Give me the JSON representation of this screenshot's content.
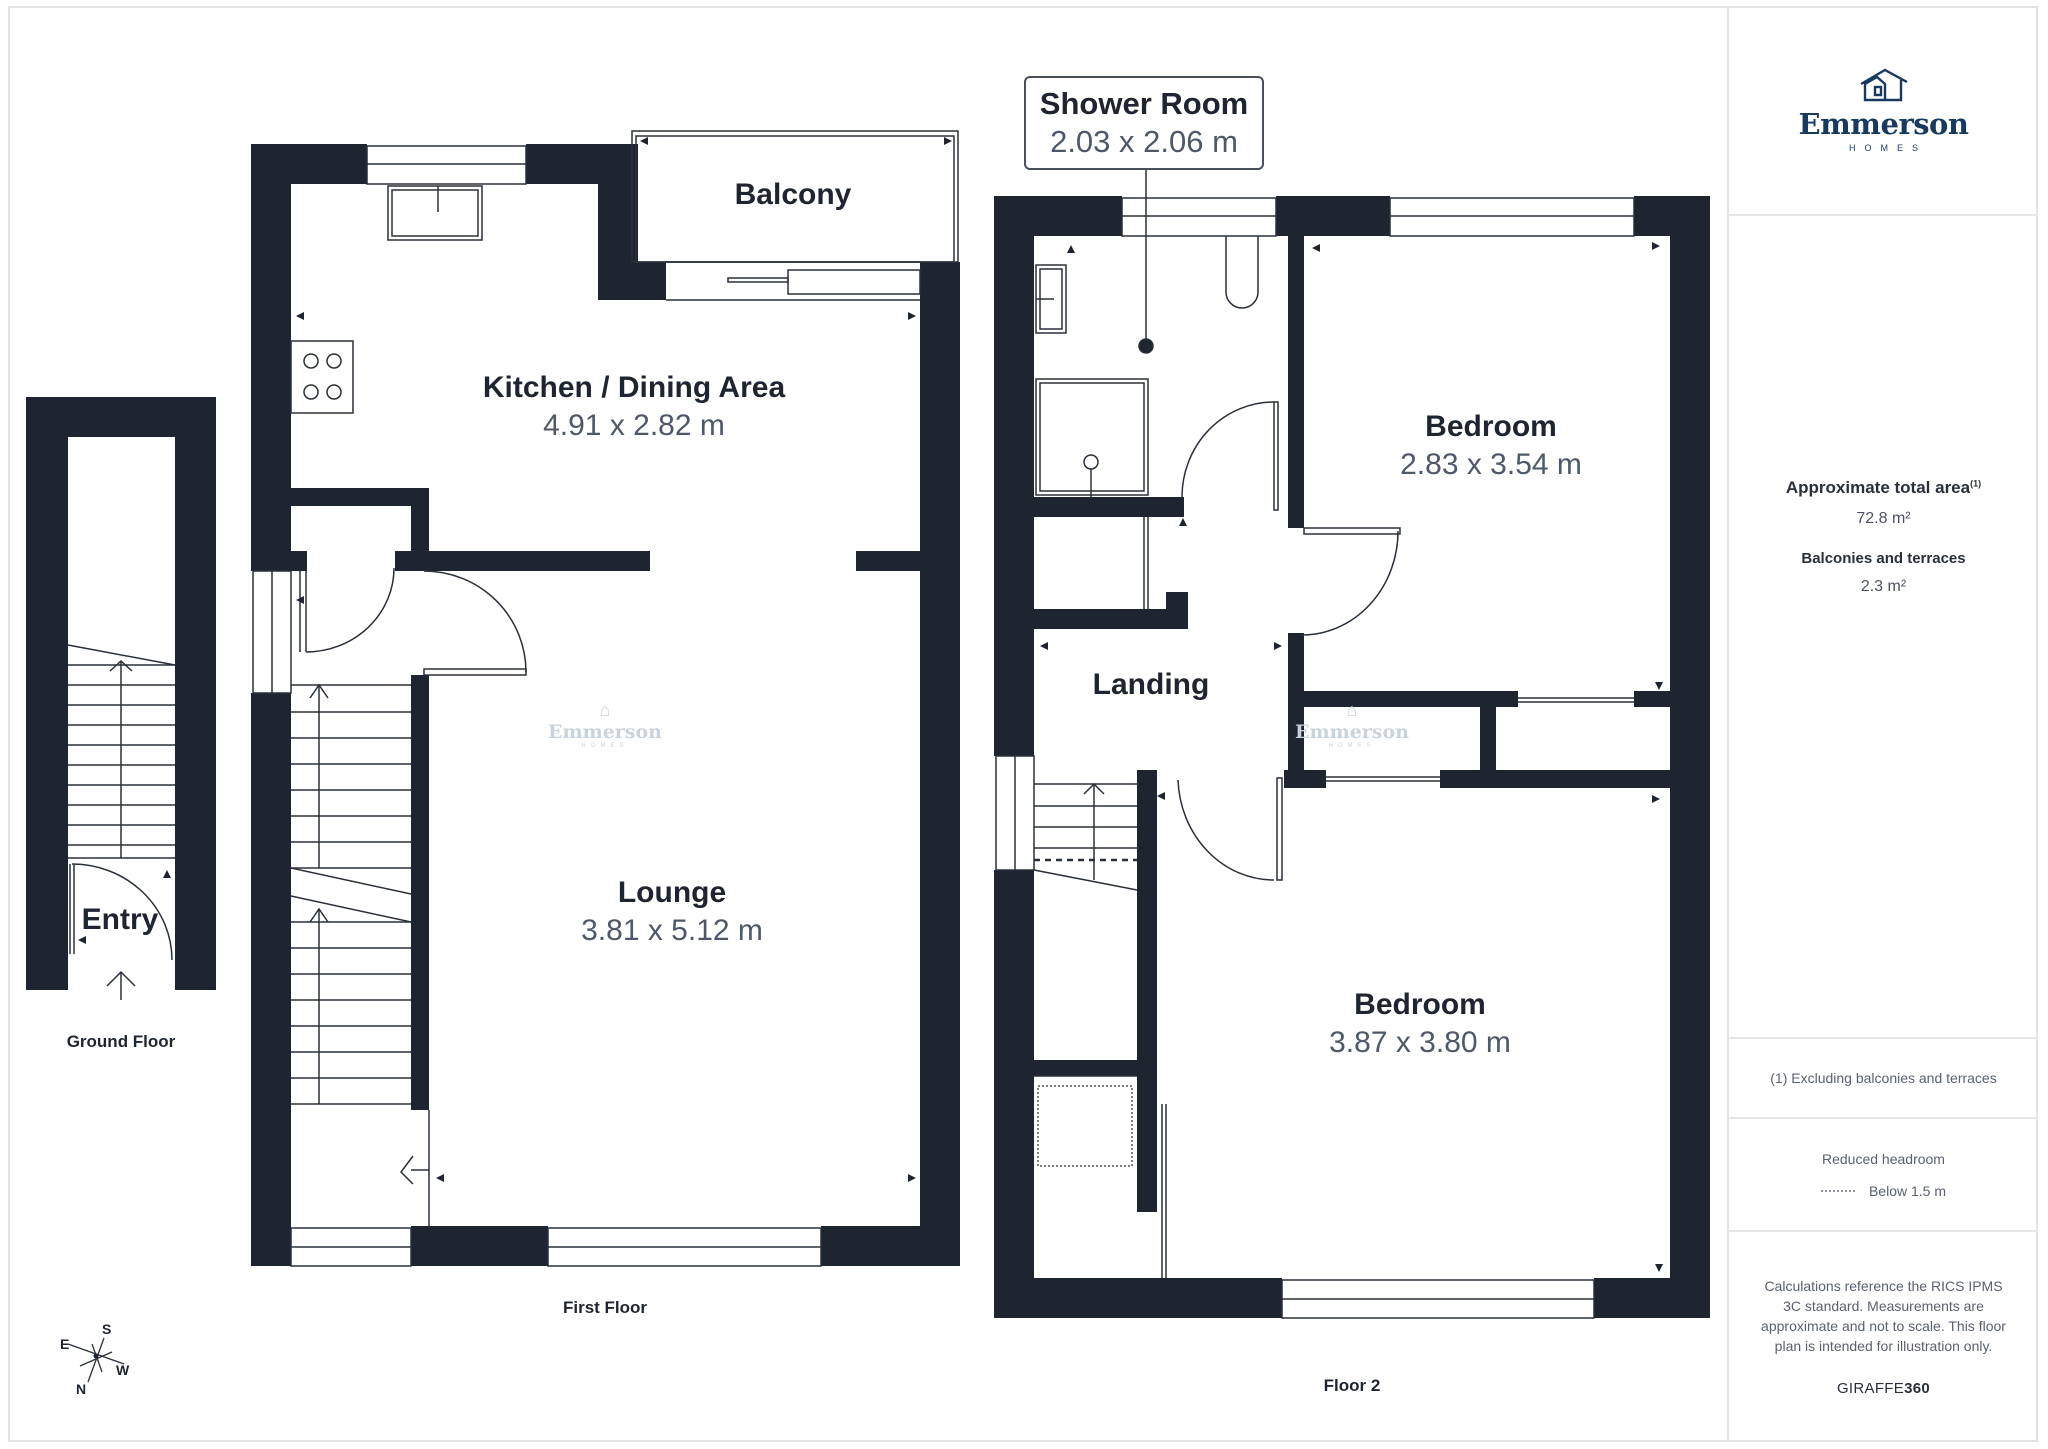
{
  "brand": {
    "logo_name": "Emmerson",
    "logo_sub": "HOMES",
    "icon": "house-logo-icon",
    "color": "#173a5e"
  },
  "summary": {
    "total_area_label": "Approximate total area",
    "total_area_footnote": "(1)",
    "total_area_value": "72.8 m²",
    "balconies_label": "Balconies and terraces",
    "balconies_value": "2.3 m²"
  },
  "notes": {
    "footnote": "(1) Excluding balconies and terraces",
    "legend_title": "Reduced headroom",
    "legend_item": "Below 1.5 m",
    "disclaimer": "Calculations reference the RICS IPMS 3C standard. Measurements are approximate and not to scale. This floor plan is intended for illustration only.",
    "provider_prefix": "GIRAFFE",
    "provider_suffix": "360"
  },
  "floors": [
    {
      "name": "Ground Floor",
      "rooms": [
        {
          "name": "Entry",
          "dimensions": ""
        }
      ]
    },
    {
      "name": "First Floor",
      "rooms": [
        {
          "name": "Balcony",
          "dimensions": ""
        },
        {
          "name": "Kitchen /  Dining Area",
          "dimensions": "4.91 x 2.82 m"
        },
        {
          "name": "Lounge",
          "dimensions": "3.81 x 5.12 m"
        }
      ]
    },
    {
      "name": "Floor 2",
      "rooms": [
        {
          "name": "Shower Room",
          "dimensions": "2.03 x 2.06 m"
        },
        {
          "name": "Bedroom",
          "dimensions": "2.83 x 3.54 m"
        },
        {
          "name": "Landing",
          "dimensions": ""
        },
        {
          "name": "Bedroom",
          "dimensions": "3.87 x 3.80 m"
        }
      ]
    }
  ],
  "compass": {
    "n": "N",
    "s": "S",
    "e": "E",
    "w": "W"
  },
  "watermark": {
    "name": "Emmerson",
    "sub": "HOMES"
  },
  "colors": {
    "wall": "#1e2530",
    "line": "#2a303a",
    "frame": "#e3e3e3"
  }
}
